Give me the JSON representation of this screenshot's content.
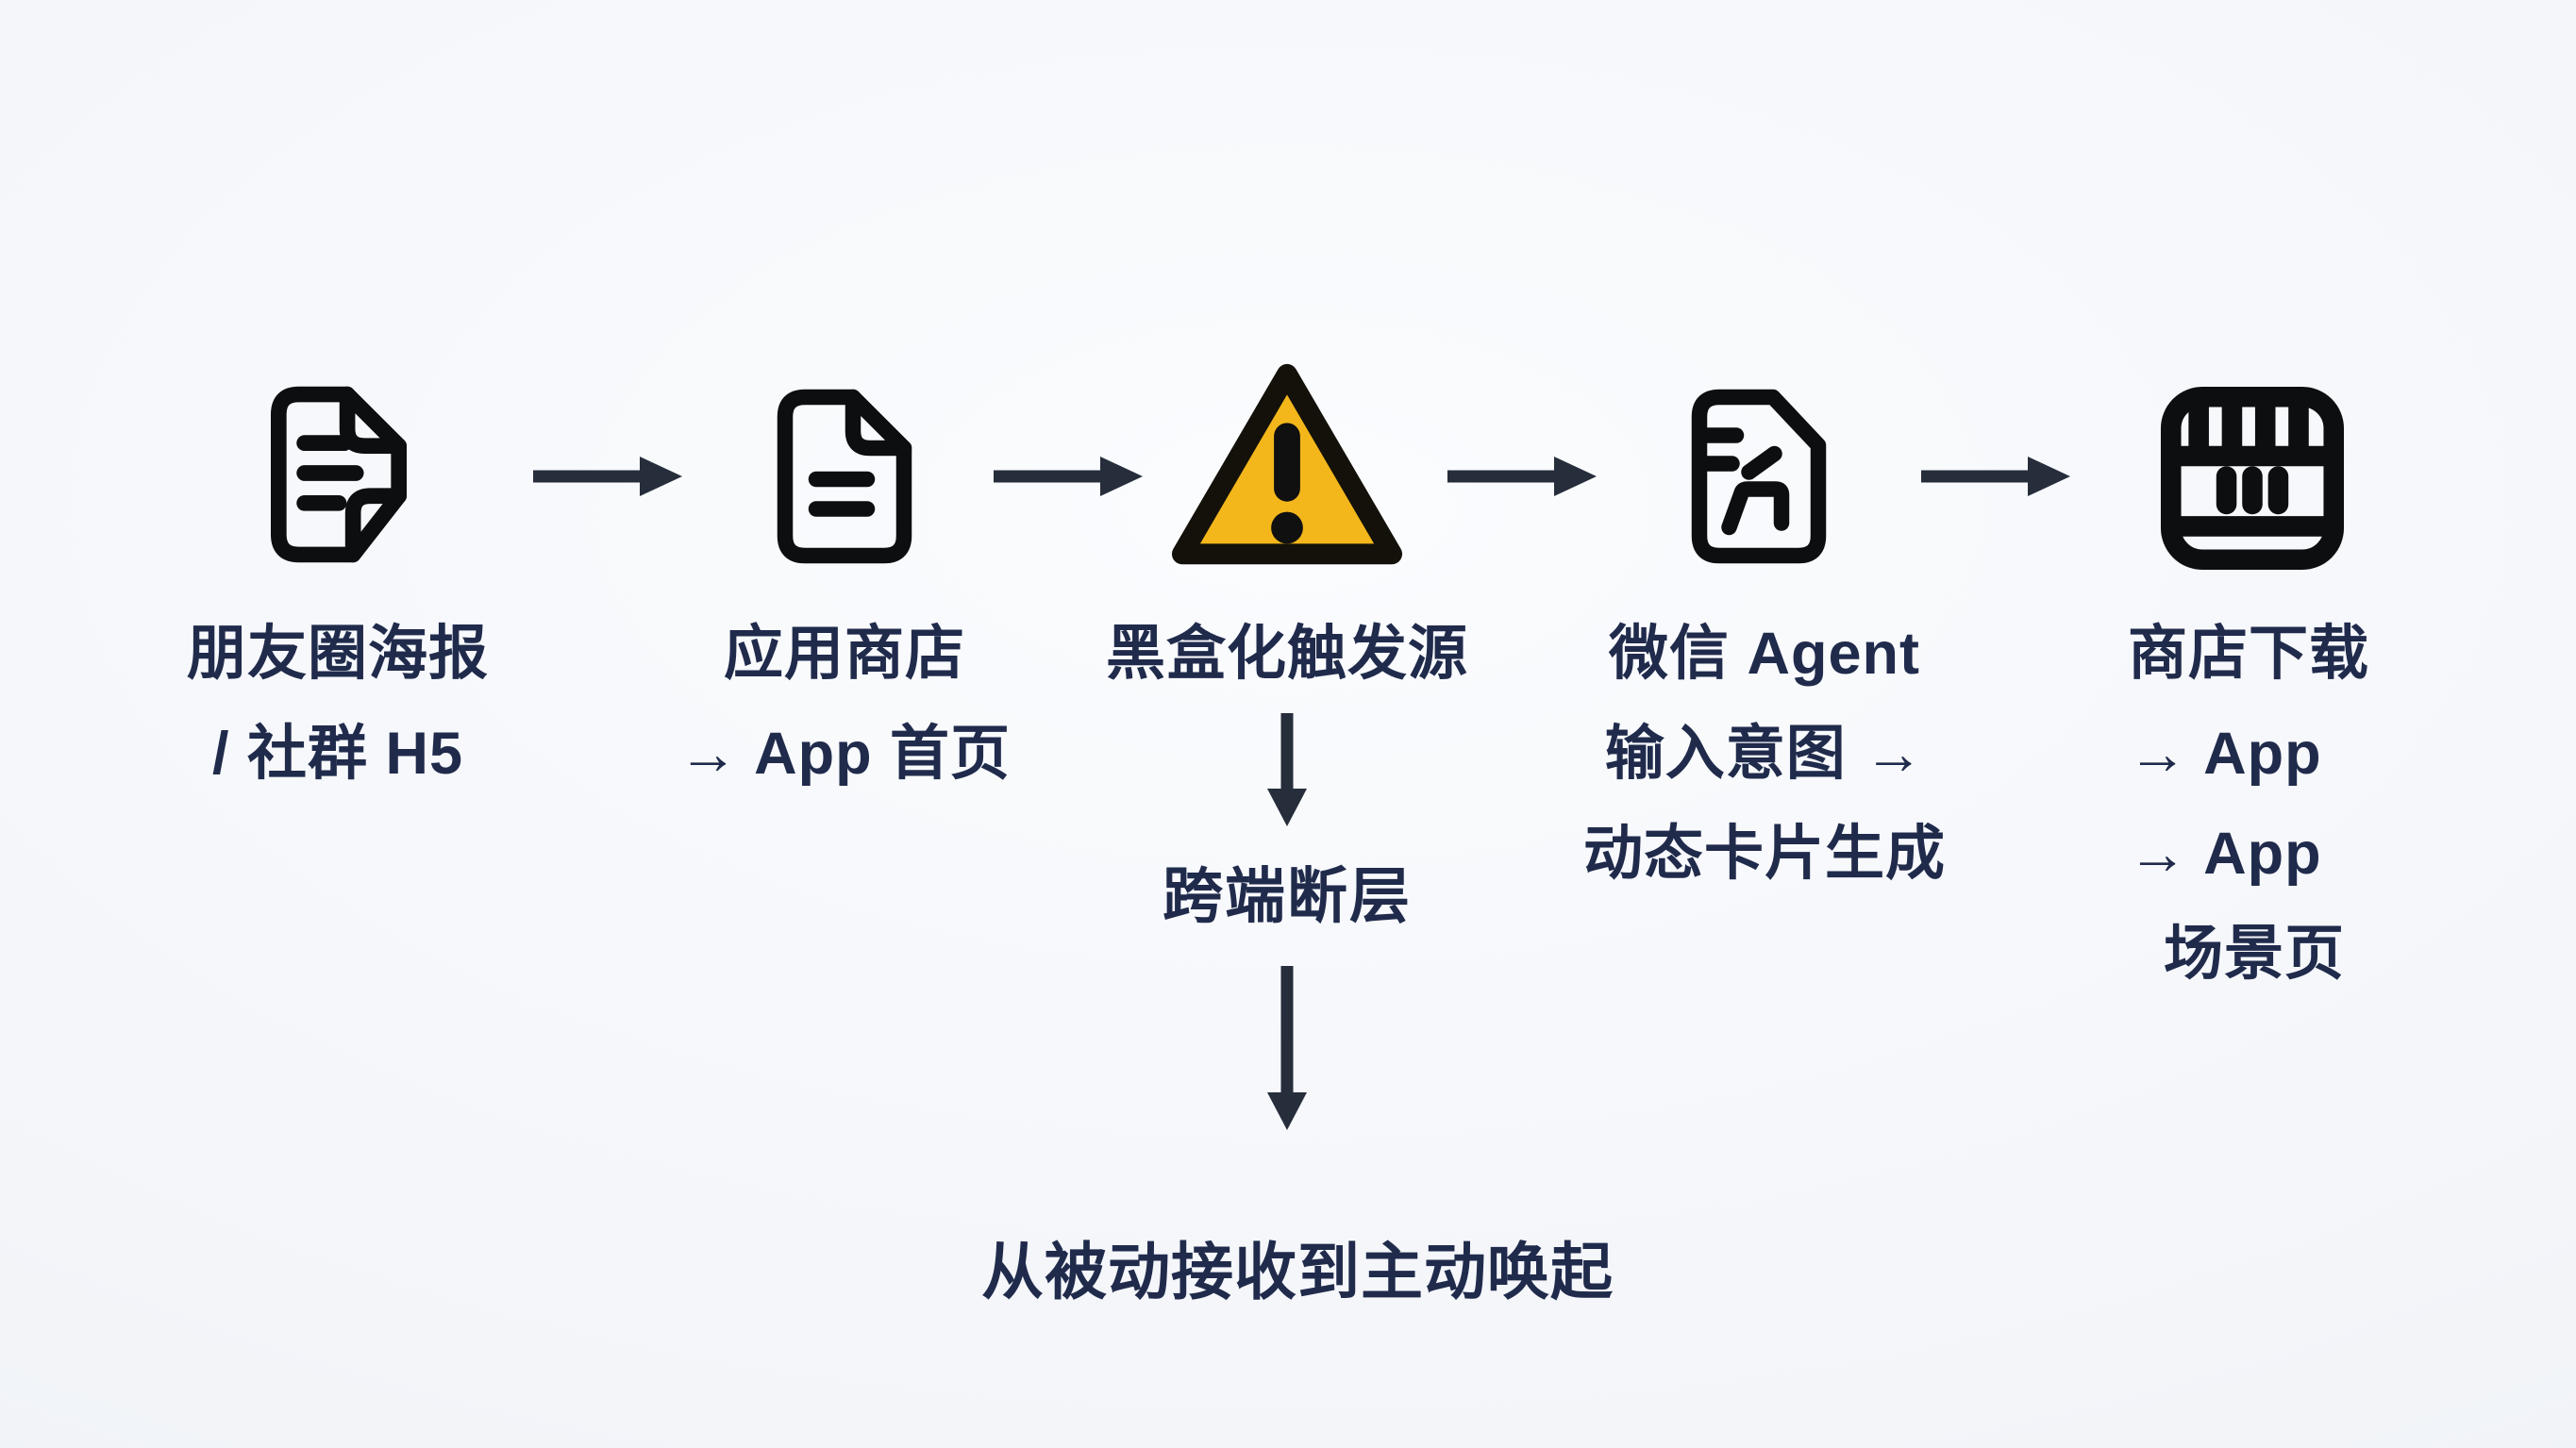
{
  "diagram": {
    "kind": "horizontal-flow-with-branch",
    "steps": [
      {
        "icon": "poster-document-icon",
        "lines": [
          "朋友圈海报",
          "/ 社群 H5"
        ]
      },
      {
        "icon": "file-document-icon",
        "lines": [
          "应用商店",
          "→ App 首页"
        ]
      },
      {
        "icon": "warning-triangle-icon",
        "lines": [
          "黑盒化触发源"
        ]
      },
      {
        "icon": "file-edit-icon",
        "lines": [
          "微信 Agent",
          "输入意图 →",
          "动态卡片生成"
        ]
      },
      {
        "icon": "storefront-window-icon",
        "lines": [
          "商店下载",
          "→ App",
          "→ App",
          "场景页"
        ]
      }
    ],
    "branch": {
      "from_step": "黑盒化触发源",
      "gap_label": "跨端断层",
      "conclusion": "从被动接收到主动唤起"
    }
  },
  "palette": {
    "text": "#202B4C",
    "arrow": "#262E3C",
    "icon-stroke": "#0D0E10",
    "warning-fill": "#F3B71B",
    "warning-stroke": "#14110A",
    "bg-start": "#FBFCFE",
    "bg-end": "#E9EDF4"
  }
}
